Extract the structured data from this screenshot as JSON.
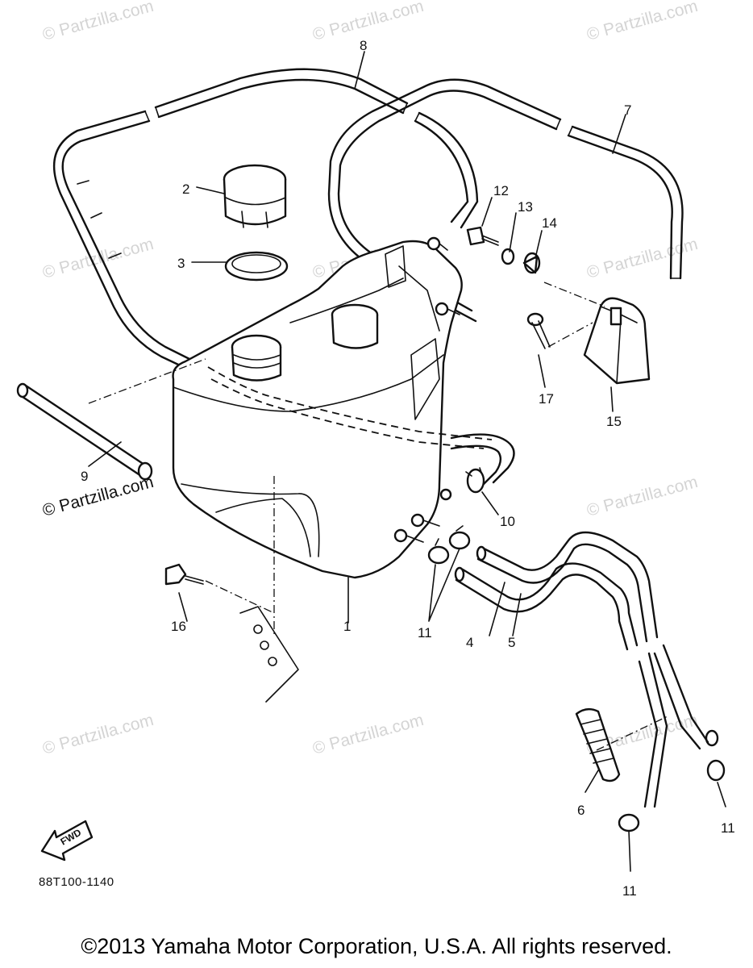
{
  "diagram": {
    "callouts": {
      "c1": "1",
      "c2": "2",
      "c3": "3",
      "c4": "4",
      "c5": "5",
      "c6": "6",
      "c7": "7",
      "c8": "8",
      "c9": "9",
      "c10": "10",
      "c11a": "11",
      "c11b": "11",
      "c11c": "11",
      "c12": "12",
      "c13": "13",
      "c14": "14",
      "c15": "15",
      "c16": "16",
      "c17": "17"
    },
    "fwd_label": "FWD",
    "part_number": "88T100-1140"
  },
  "watermarks": {
    "text": "© Partzilla.com",
    "highlighted": "© Partzilla.com"
  },
  "footer": {
    "copyright": "©2013  Yamaha Motor Corporation, U.S.A. All rights reserved."
  }
}
